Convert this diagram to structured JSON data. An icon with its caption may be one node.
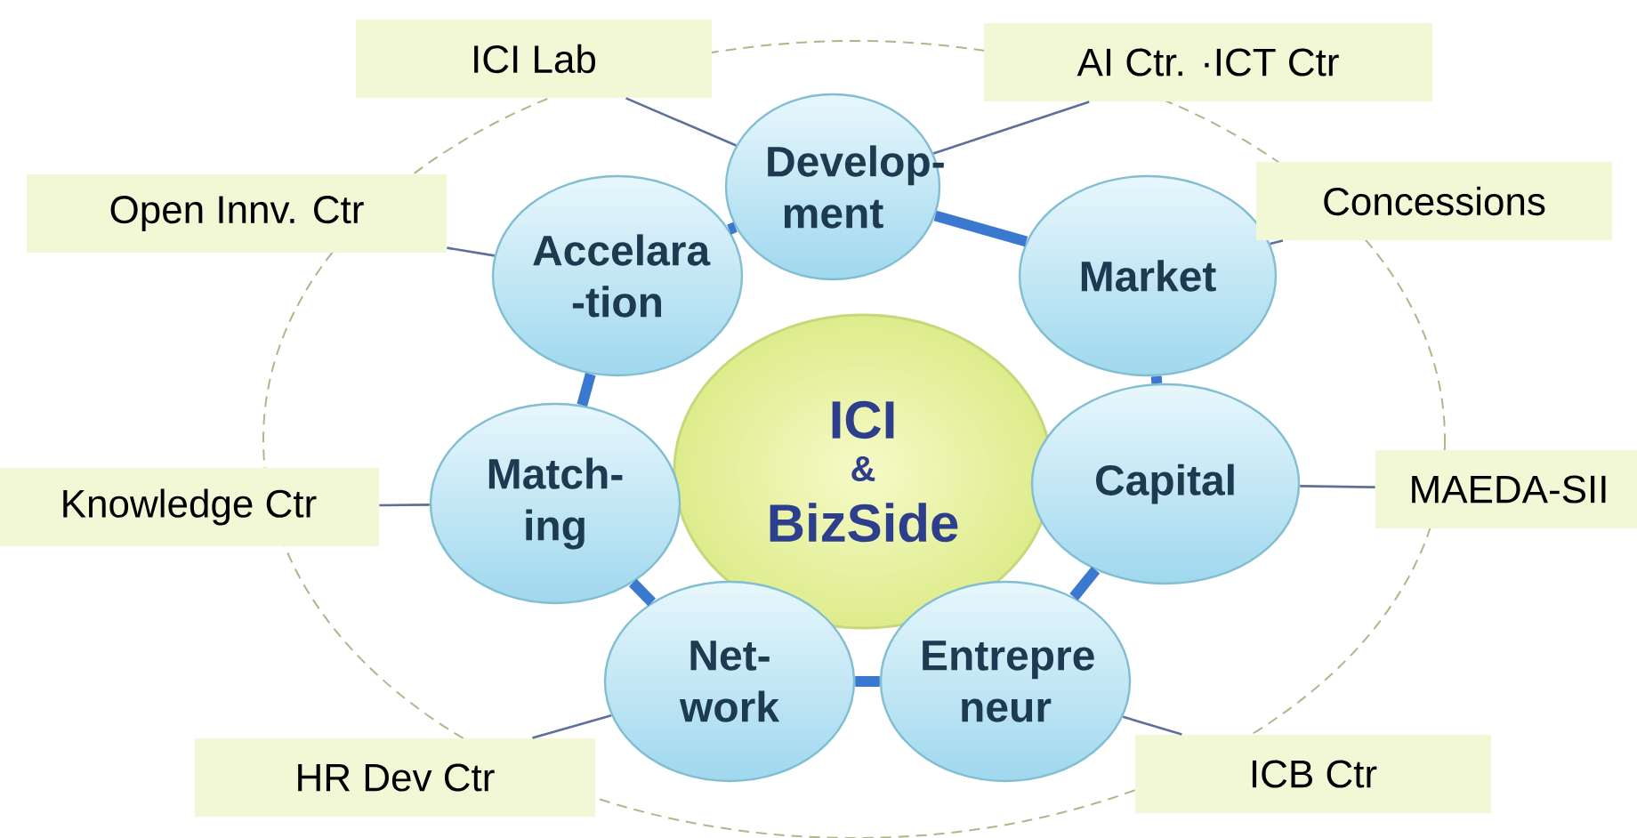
{
  "diagram": {
    "nodes": [
      {
        "text": [
          "ICI",
          "&",
          "BizSide"
        ]
      },
      {
        "text": [
          "Develop- ment"
        ]
      },
      {
        "text": [
          "Market"
        ]
      },
      {
        "text": [
          "Capital"
        ]
      },
      {
        "text": [
          "Entrepre neur"
        ]
      },
      {
        "text": [
          "Net- work"
        ]
      },
      {
        "text": [
          "Match- ing"
        ]
      },
      {
        "text": [
          "Accelara -tion"
        ]
      },
      {
        "text": [
          "ICI Lab"
        ]
      },
      {
        "text": [
          "AI Ctr. ·ICT Ctr"
        ]
      },
      {
        "text": [
          "Concessions"
        ]
      },
      {
        "text": [
          "MAEDA-SII"
        ]
      },
      {
        "text": [
          "ICB Ctr"
        ]
      },
      {
        "text": [
          "HR Dev Ctr"
        ]
      },
      {
        "text": [
          "Knowledge Ctr"
        ]
      },
      {
        "text": [
          "Open Innv. Ctr"
        ]
      }
    ],
    "edges": [
      {
        "from": 1,
        "to": 2,
        "arrow": "none",
        "style": "thick",
        "color": "#3b78d0"
      },
      {
        "from": 2,
        "to": 3,
        "arrow": "none",
        "style": "thick",
        "color": "#3b78d0"
      },
      {
        "from": 3,
        "to": 4,
        "arrow": "none",
        "style": "thick",
        "color": "#3b78d0"
      },
      {
        "from": 4,
        "to": 5,
        "arrow": "none",
        "style": "thick",
        "color": "#3b78d0"
      },
      {
        "from": 5,
        "to": 6,
        "arrow": "none",
        "style": "thick",
        "color": "#3b78d0"
      },
      {
        "from": 6,
        "to": 7,
        "arrow": "none",
        "style": "thick",
        "color": "#3b78d0"
      },
      {
        "from": 7,
        "to": 1,
        "arrow": "none",
        "style": "thick",
        "color": "#3b78d0"
      },
      {
        "from": 1,
        "to": 8,
        "arrow": "none"
      },
      {
        "from": 1,
        "to": 9,
        "arrow": "none"
      },
      {
        "from": 2,
        "to": 10,
        "arrow": "none"
      },
      {
        "from": 3,
        "to": 11,
        "arrow": "none"
      },
      {
        "from": 4,
        "to": 12,
        "arrow": "none"
      },
      {
        "from": 5,
        "to": 13,
        "arrow": "none"
      },
      {
        "from": 6,
        "to": 14,
        "arrow": "none"
      },
      {
        "from": 7,
        "to": 15,
        "arrow": "none"
      }
    ]
  }
}
